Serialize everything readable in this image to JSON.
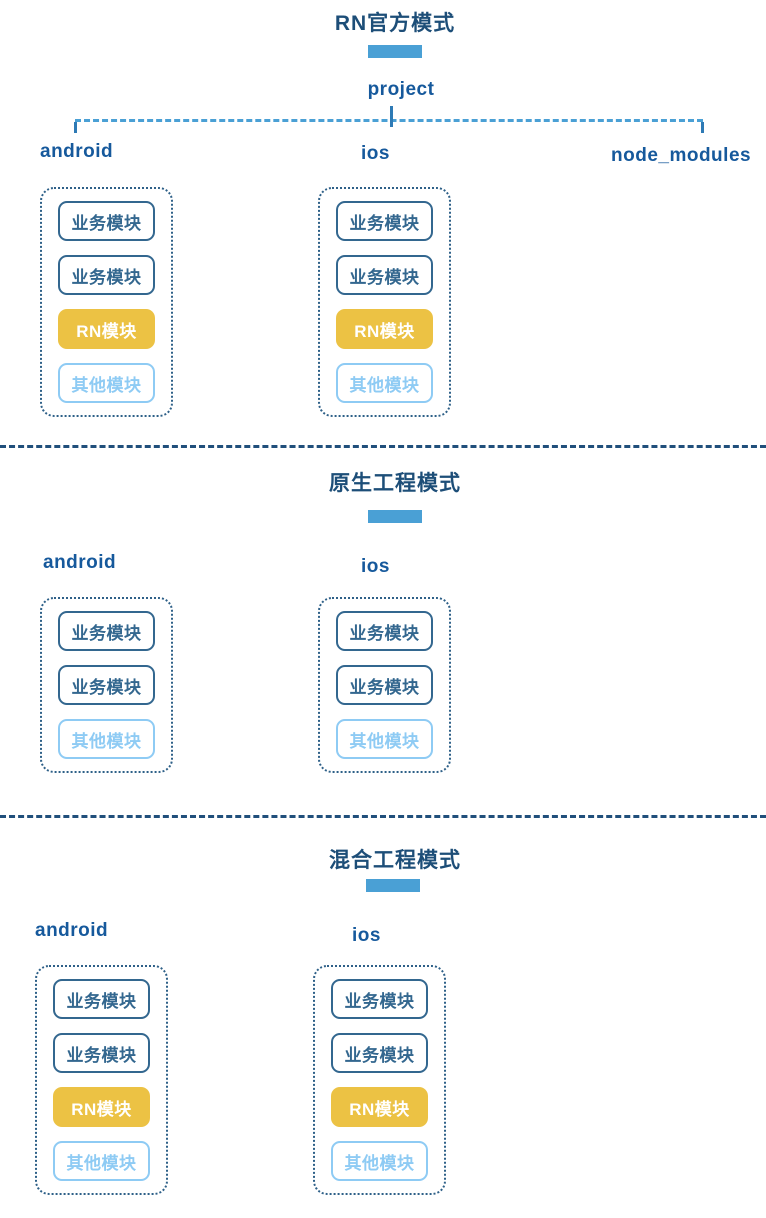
{
  "colors": {
    "section_title": "#1d4e78",
    "folder_label": "#16599c",
    "accent_bar": "#4aa0d5",
    "business_module": "#33678f",
    "rn_module_fill": "#ecc244",
    "rn_module_text": "#ffffff",
    "other_module": "#8ecbf4",
    "container_border": "#2e6088",
    "separator_line": "#204f7b",
    "tree_dash_line": "#4aa0d5"
  },
  "sections": [
    {
      "title": "RN官方模式",
      "tree": {
        "root_label": "project",
        "leaf_labels": [
          "android",
          "ios",
          "node_modules"
        ]
      },
      "columns": [
        {
          "label": "android",
          "modules": [
            {
              "type": "business",
              "label": "业务模块"
            },
            {
              "type": "business",
              "label": "业务模块"
            },
            {
              "type": "rn",
              "label": "RN模块"
            },
            {
              "type": "other",
              "label": "其他模块"
            }
          ]
        },
        {
          "label": "ios",
          "modules": [
            {
              "type": "business",
              "label": "业务模块"
            },
            {
              "type": "business",
              "label": "业务模块"
            },
            {
              "type": "rn",
              "label": "RN模块"
            },
            {
              "type": "other",
              "label": "其他模块"
            }
          ]
        }
      ]
    },
    {
      "title": "原生工程模式",
      "columns": [
        {
          "label": "android",
          "modules": [
            {
              "type": "business",
              "label": "业务模块"
            },
            {
              "type": "business",
              "label": "业务模块"
            },
            {
              "type": "other",
              "label": "其他模块"
            }
          ]
        },
        {
          "label": "ios",
          "modules": [
            {
              "type": "business",
              "label": "业务模块"
            },
            {
              "type": "business",
              "label": "业务模块"
            },
            {
              "type": "other",
              "label": "其他模块"
            }
          ]
        }
      ]
    },
    {
      "title": "混合工程模式",
      "columns": [
        {
          "label": "android",
          "modules": [
            {
              "type": "business",
              "label": "业务模块"
            },
            {
              "type": "business",
              "label": "业务模块"
            },
            {
              "type": "rn",
              "label": "RN模块"
            },
            {
              "type": "other",
              "label": "其他模块"
            }
          ]
        },
        {
          "label": "ios",
          "modules": [
            {
              "type": "business",
              "label": "业务模块"
            },
            {
              "type": "business",
              "label": "业务模块"
            },
            {
              "type": "rn",
              "label": "RN模块"
            },
            {
              "type": "other",
              "label": "其他模块"
            }
          ]
        }
      ]
    }
  ]
}
